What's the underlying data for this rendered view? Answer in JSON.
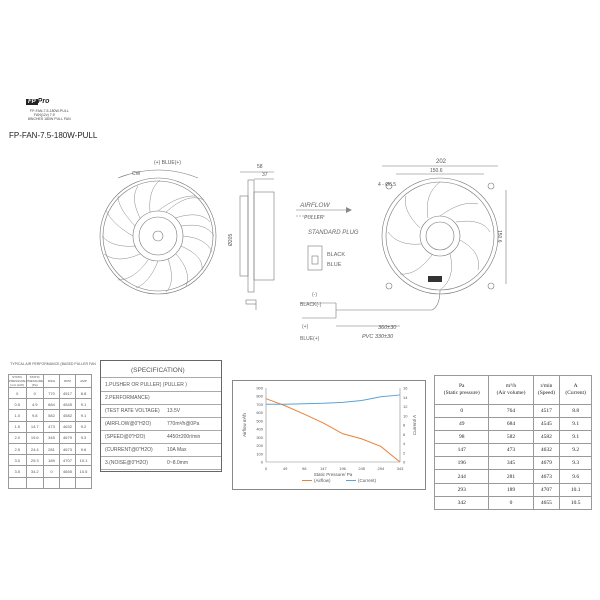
{
  "header": {
    "brand": "FP",
    "brand_suffix": "Pro",
    "model": "FP-FAN-7.5-180W-PULL",
    "label_lines": [
      "FP-FAN-7.5-180W-PULL",
      "FAN(12v) 7.5'",
      "8INCHES 180W PULL FAN"
    ]
  },
  "drawing": {
    "rotation_label": "(+) BLUE(+)",
    "cw_label": "CW",
    "dim_58": "58",
    "dim_37": "37",
    "dim_202": "202",
    "dim_150_6": "150.6",
    "dim_holes": "4 - Ø6.5",
    "dim_d_left": "Ø205",
    "dim_d_right": "150.6",
    "airflow": "AIRFLOW",
    "puller": "PULLER",
    "standard_plug": "STANDARD PLUG",
    "black": "BLACK",
    "blue": "BLUE",
    "black_minus": "BLACK(-)",
    "blue_plus": "BLUE(+)",
    "minus": "(-)",
    "plus": "(+)",
    "len_360": "360±30",
    "pvc": "PVC 330±30"
  },
  "perf_small": {
    "title": "TYPICAL AIR PERFORMANCE (BASED PULLER FAN",
    "headers": [
      "STATIC PRESSURE (mm H2O)",
      "STATIC PRESSURE (Pa)",
      "M3/H",
      "RPM",
      "AMP"
    ],
    "rows": [
      [
        "0",
        "0",
        "770",
        "4517",
        "8.8"
      ],
      [
        "0.5",
        "4.9",
        "684",
        "4545",
        "9.1"
      ],
      [
        "1.0",
        "9.8",
        "582",
        "4582",
        "9.1"
      ],
      [
        "1.5",
        "14.7",
        "473",
        "4632",
        "9.2"
      ],
      [
        "2.0",
        "19.6",
        "345",
        "4679",
        "9.3"
      ],
      [
        "2.5",
        "24.4",
        "281",
        "4673",
        "9.6"
      ],
      [
        "3.0",
        "29.3",
        "189",
        "4707",
        "10.1"
      ],
      [
        "3.5",
        "34.2",
        "0",
        "4655",
        "10.5"
      ],
      [
        "",
        "",
        "",
        "",
        ""
      ]
    ]
  },
  "spec": {
    "title": "(SPECIFICATION)",
    "rows": [
      {
        "label": "1.PUSHER OR PULLER) (PULLER )",
        "value": ""
      },
      {
        "label": "2.PERFORMANCE)",
        "value": ""
      },
      {
        "label": "(TEST RATE VOLTAGE)",
        "value": "13.5V"
      },
      {
        "label": "(AIRFLOW@0″H2O)",
        "value": "770m³/h@0Pa"
      },
      {
        "label": "(SPEED@0″H2O)",
        "value": "4450±200r/min"
      },
      {
        "label": "(CURRENT@0″H2O)",
        "value": "10A  Max"
      },
      {
        "label": "3.(NOISE@0″H2O)",
        "value": "0~8.0mm"
      }
    ]
  },
  "chart_data": {
    "type": "line",
    "x": [
      0,
      49,
      98,
      147,
      196,
      245,
      294,
      343
    ],
    "xlabel": "Static Pressure/ Pa",
    "ylabel_left": "Airflow m³/h",
    "ylabel_right": "Current/ A",
    "ylim_left": [
      0,
      900
    ],
    "ylim_right": [
      0,
      16
    ],
    "y_ticks_left": [
      0,
      100,
      200,
      300,
      400,
      500,
      600,
      700,
      800,
      900
    ],
    "y_ticks_right": [
      0,
      2,
      4,
      6,
      8,
      10,
      12,
      14,
      16
    ],
    "series": [
      {
        "name": "Airflow",
        "axis": "left",
        "color": "#e8823a",
        "values": [
          770,
          684,
          582,
          473,
          345,
          281,
          189,
          0
        ]
      },
      {
        "name": "Current",
        "axis": "right",
        "color": "#5aa3d6",
        "values": [
          12.5,
          12.5,
          12.6,
          12.7,
          12.9,
          13.3,
          14.1,
          14.5
        ]
      }
    ],
    "legend_position": "bottom"
  },
  "perf_main": {
    "headers": [
      "Pa\n(Static pressure)",
      "m³/h\n(Air volume)",
      "r/min\n(Speed)",
      "A\n(Current)"
    ],
    "rows": [
      [
        "0",
        "764",
        "4517",
        "8.8"
      ],
      [
        "49",
        "684",
        "4545",
        "9.1"
      ],
      [
        "98",
        "582",
        "4582",
        "9.1"
      ],
      [
        "147",
        "473",
        "4632",
        "9.2"
      ],
      [
        "196",
        "345",
        "4679",
        "9.3"
      ],
      [
        "244",
        "281",
        "4673",
        "9.6"
      ],
      [
        "293",
        "189",
        "4707",
        "10.1"
      ],
      [
        "342",
        "0",
        "4655",
        "10.5"
      ]
    ]
  }
}
